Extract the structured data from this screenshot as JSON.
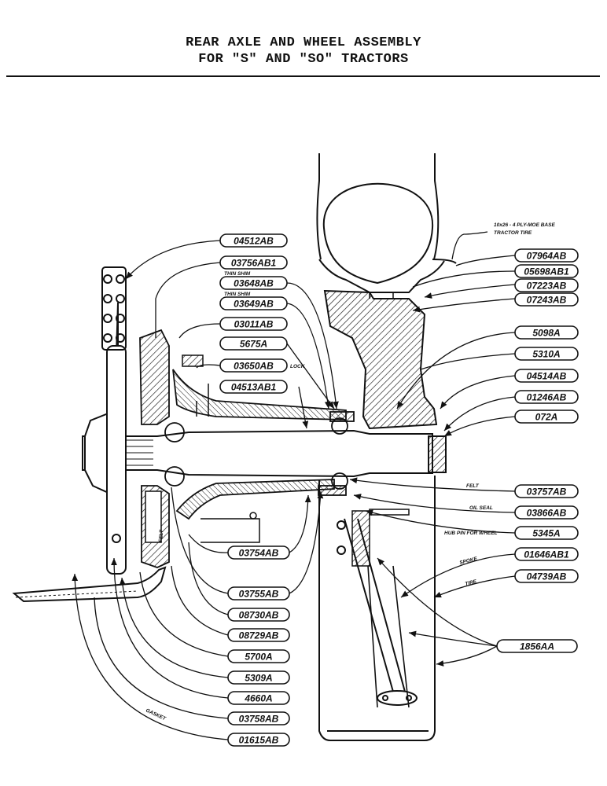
{
  "title": {
    "line1": "REAR AXLE AND WHEEL ASSEMBLY",
    "line2": "FOR \"S\" AND \"SO\" TRACTORS"
  },
  "parts": {
    "p04512AB": "04512AB",
    "p03756AB1": "03756AB1",
    "p03648AB": "03648AB",
    "p03649AB": "03649AB",
    "p03011AB": "03011AB",
    "p5675A": "5675A",
    "p03650AB": "03650AB",
    "p04513AB1": "04513AB1",
    "p07964AB": "07964AB",
    "p05698AB1": "05698AB1",
    "p07223AB": "07223AB",
    "p07243AB": "07243AB",
    "p5098A": "5098A",
    "p5310A": "5310A",
    "p04514AB": "04514AB",
    "p01246AB": "01246AB",
    "p072A": "072A",
    "p03757AB": "03757AB",
    "p03866AB": "03866AB",
    "p5345A": "5345A",
    "p01646AB1": "01646AB1",
    "p04739AB": "04739AB",
    "p1856AA": "1856AA",
    "p03754AB": "03754AB",
    "p03755AB": "03755AB",
    "p08730AB": "08730AB",
    "p08729AB": "08729AB",
    "p5700A": "5700A",
    "p5309A": "5309A",
    "p4660A": "4660A",
    "p03758AB": "03758AB",
    "p01615AB": "01615AB"
  },
  "notes": {
    "thin_shim_1": "THIN SHIM",
    "thin_shim_2": "THIN SHIM",
    "lock": "LOCK",
    "tire_line1": "10x26 - 4 PLY-MOE BASE",
    "tire_line2": "TRACTOR TIRE",
    "felt": "FELT",
    "oil_seal": "OIL SEAL",
    "hub_pin": "HUB PIN FOR WHEEL",
    "spoke": "SPOKE",
    "tire": "TIRE",
    "gasket": "GASKET",
    "felt_left": "FELT"
  }
}
